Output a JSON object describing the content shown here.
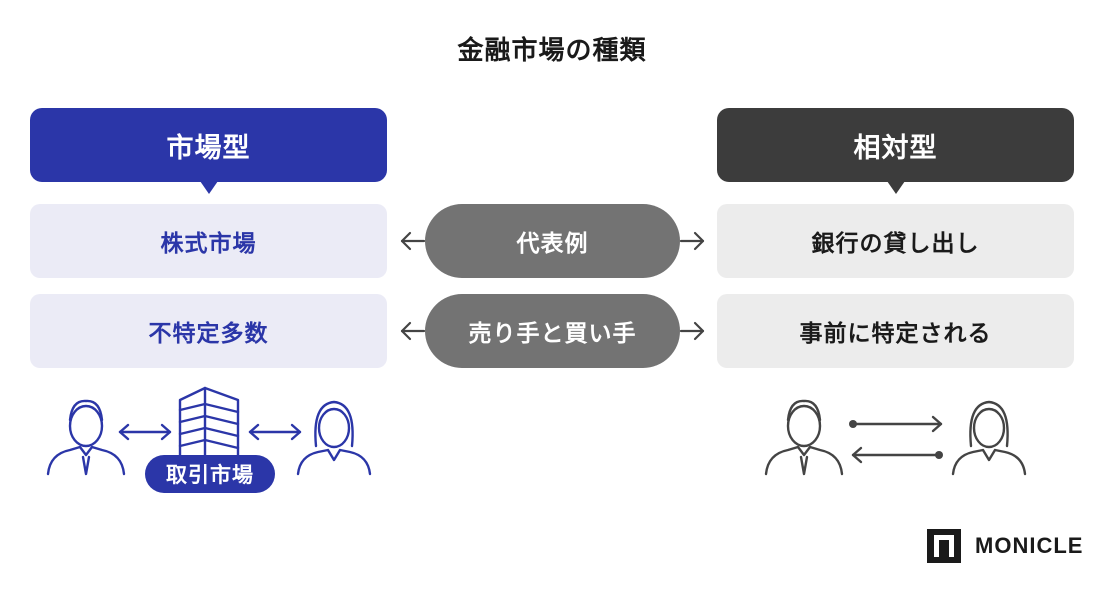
{
  "title": "金融市場の種類",
  "left_header": "市場型",
  "right_header": "相対型",
  "rows": [
    {
      "label": "代表例",
      "left": "株式市場",
      "right": "銀行の貸し出し"
    },
    {
      "label": "売り手と買い手",
      "left": "不特定多数",
      "right": "事前に特定される"
    }
  ],
  "exchange_badge": "取引市場",
  "brand": "MONICLE",
  "colors": {
    "market_blue": "#2b36a8",
    "dark_gray": "#3c3c3c",
    "pill_gray": "#737373"
  }
}
